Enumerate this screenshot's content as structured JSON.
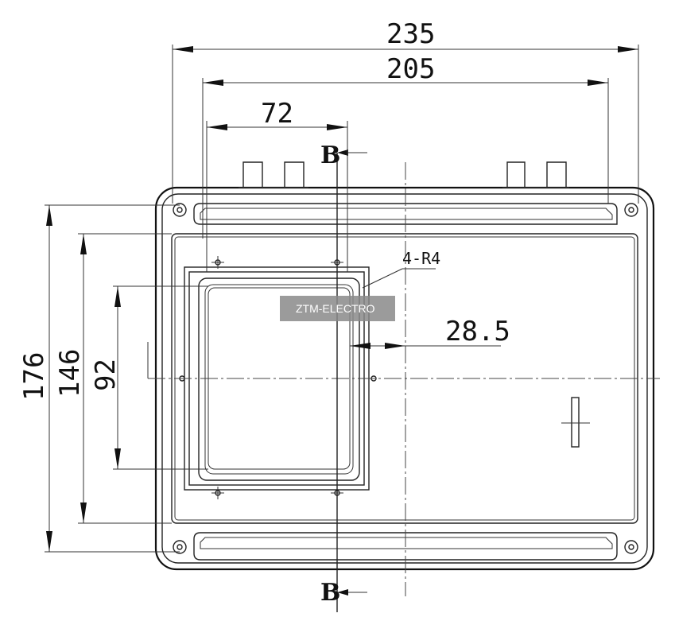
{
  "dimensions": {
    "overall_width": "235",
    "inner_width": "205",
    "window_width": "72",
    "overall_height": "176",
    "inner_height": "146",
    "window_height": "92",
    "offset": "28.5",
    "radius_note": "4-R4"
  },
  "section": {
    "top_label": "B",
    "bottom_label": "B"
  },
  "watermark": {
    "text": "ZTM-ELECTRO"
  }
}
